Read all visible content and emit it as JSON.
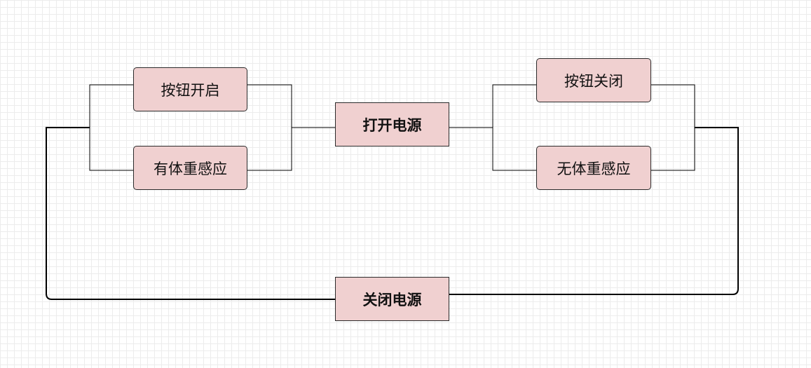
{
  "colors": {
    "node_fill": "#f0d0d0",
    "node_border": "#2a2a2a",
    "connector": "#000000",
    "grid_line": "#ececec"
  },
  "nodes": {
    "button_open": "按钮开启",
    "body_present": "有体重感应",
    "power_on": "打开电源",
    "button_close": "按钮关闭",
    "body_absent": "无体重感应",
    "power_off": "关闭电源"
  }
}
